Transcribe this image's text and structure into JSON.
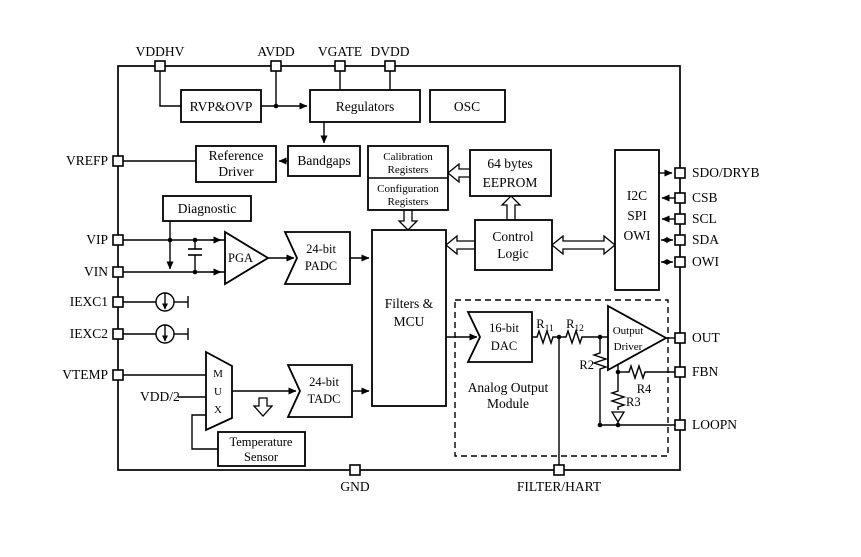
{
  "pins": {
    "vddhv": "VDDHV",
    "avdd": "AVDD",
    "vgate": "VGATE",
    "dvdd": "DVDD",
    "vrefp": "VREFP",
    "vip": "VIP",
    "vin": "VIN",
    "iexc1": "IEXC1",
    "iexc2": "IEXC2",
    "vtemp": "VTEMP",
    "sdo_dryb": "SDO/DRYB",
    "csb": "CSB",
    "scl": "SCL",
    "sda": "SDA",
    "owi": "OWI",
    "out": "OUT",
    "fbn": "FBN",
    "loopn": "LOOPN",
    "gnd": "GND",
    "filter_hart": "FILTER/HART"
  },
  "blocks": {
    "rvp_ovp": "RVP&OVP",
    "regulators": "Regulators",
    "osc": "OSC",
    "reference_driver": {
      "line1": "Reference",
      "line2": "Driver"
    },
    "bandgaps": "Bandgaps",
    "diagnostic": "Diagnostic",
    "calibration_registers": {
      "line1": "Calibration",
      "line2": "Registers"
    },
    "configuration_registers": {
      "line1": "Configuration",
      "line2": "Registers"
    },
    "eeprom": {
      "line1": "64 bytes",
      "line2": "EEPROM"
    },
    "interface": {
      "line1": "I2C",
      "line2": "SPI",
      "line3": "OWI"
    },
    "control_logic": {
      "line1": "Control",
      "line2": "Logic"
    },
    "filters_mcu": {
      "line1": "Filters &",
      "line2": "MCU"
    },
    "pga": "PGA",
    "padc": {
      "line1": "24-bit",
      "line2": "PADC"
    },
    "tadc": {
      "line1": "24-bit",
      "line2": "TADC"
    },
    "dac": {
      "line1": "16-bit",
      "line2": "DAC"
    },
    "mux": {
      "l1": "M",
      "l2": "U",
      "l3": "X"
    },
    "temp_sensor": {
      "line1": "Temperature",
      "line2": "Sensor"
    },
    "output_driver": {
      "line1": "Output",
      "line2": "Driver"
    },
    "analog_output_module": {
      "line1": "Analog Output",
      "line2": "Module"
    },
    "vdd2": "VDD/2"
  },
  "resistors": {
    "r11": {
      "base": "R",
      "sub": "11"
    },
    "r12": {
      "base": "R",
      "sub": "12"
    },
    "r2": "R2",
    "r3": "R3",
    "r4": "R4"
  },
  "colors": {
    "line": "#000000",
    "background": "#ffffff"
  }
}
